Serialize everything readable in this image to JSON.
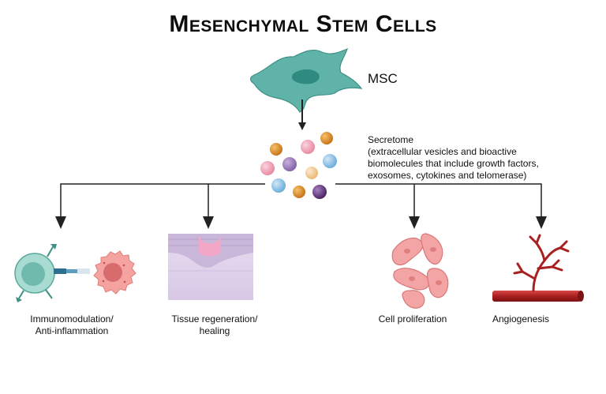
{
  "title": "Mesenchymal Stem Cells",
  "msc_label": "MSC",
  "secretome": {
    "heading": "Secretome",
    "lines": [
      "(extracellular vesicles and bioactive",
      "biomolecules that include growth factors,",
      "exosomes, cytokines and telomerase)"
    ]
  },
  "outcomes": [
    {
      "lines": [
        "Immunomodulation/",
        "Anti-inflammation"
      ]
    },
    {
      "lines": [
        "Tissue regeneration/",
        "healing"
      ]
    },
    {
      "lines": [
        "Cell proliferation"
      ]
    },
    {
      "lines": [
        "Angiogenesis"
      ]
    }
  ],
  "colors": {
    "msc_body": "#5fb3a8",
    "msc_nucleus": "#2f8a80",
    "vesicle_orange": "#d98a1f",
    "vesicle_pink": "#f2a6b8",
    "vesicle_purple": "#9b7ab8",
    "vesicle_blue": "#8ec3e6",
    "vesicle_peach": "#f3cf99",
    "vesicle_darkpurple": "#6c3d86",
    "arrow": "#222222",
    "vessel": "#b0272a"
  }
}
